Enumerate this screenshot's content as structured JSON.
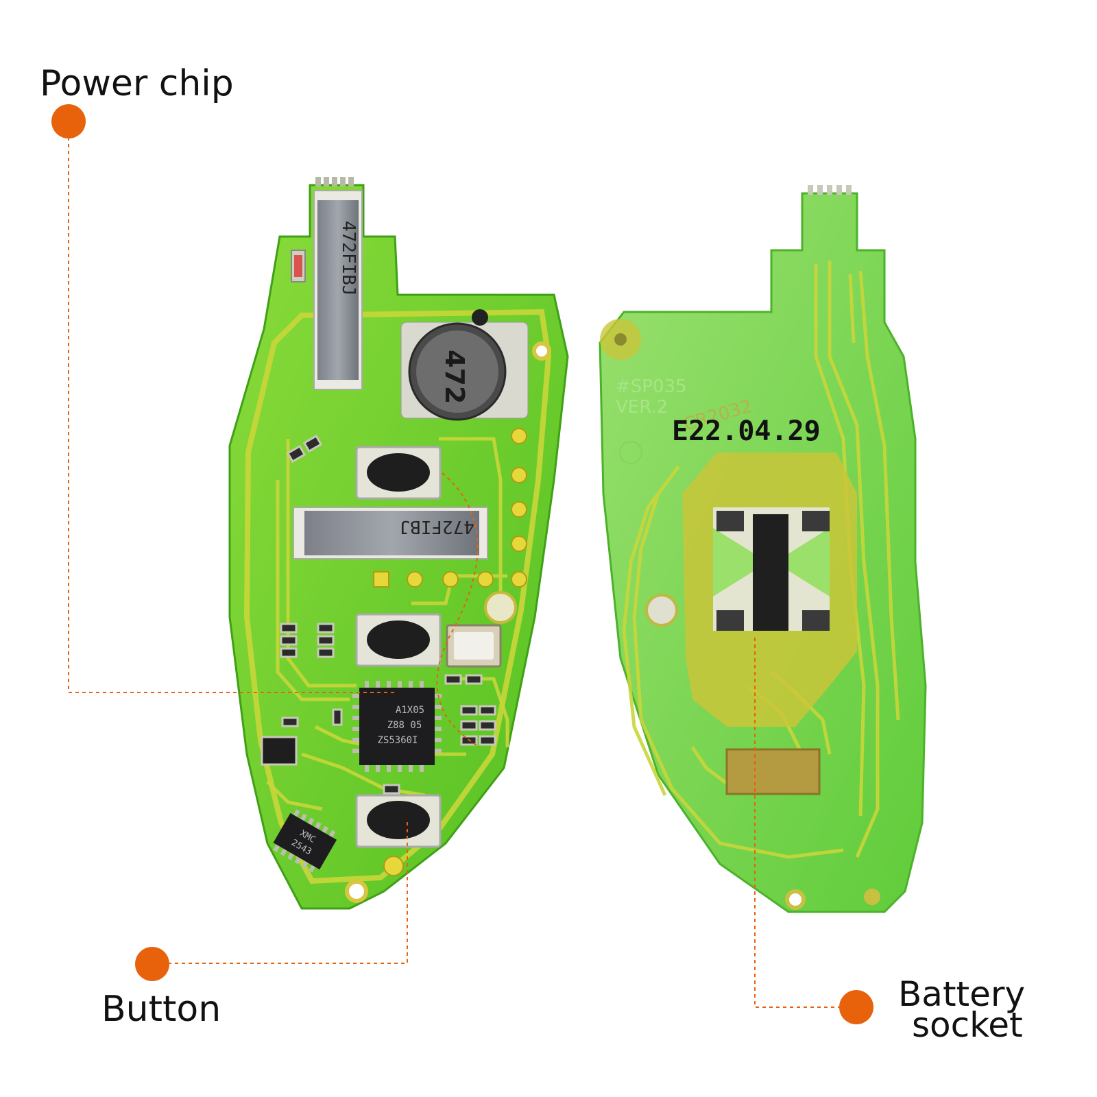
{
  "labels": {
    "power_chip": "Power chip",
    "button": "Button",
    "battery_line1": "Battery",
    "battery_line2": "socket"
  },
  "board_front": {
    "inductor_marking": "472",
    "resistor_top_marking": "472FIBJ",
    "resistor_mid_marking": "472FIBJ",
    "chip_marking_line1": "A1X05",
    "chip_marking_line2": "Z88 05",
    "chip_marking_line3": "ZS5360I",
    "small_chip_marking_line1": "XMC",
    "small_chip_marking_line2": "2543"
  },
  "board_back": {
    "model": "#SP035",
    "version": "VER.2",
    "battery_type": "CR2032",
    "date_stamp": "E22.04.29"
  },
  "colors": {
    "accent_dot": "#e8620c",
    "leader_line": "#e8620c",
    "pcb_green": "#6ccf2a",
    "pcb_trace": "#bfcf3a"
  }
}
